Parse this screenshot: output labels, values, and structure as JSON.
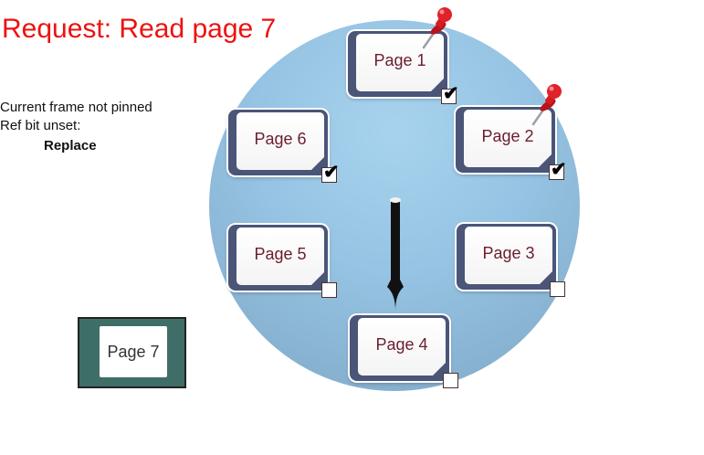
{
  "title": "Request: Read page 7",
  "notes": {
    "line1": "Current frame not pinned",
    "line2": "Ref bit unset:",
    "action": "Replace"
  },
  "frames": [
    {
      "label": "Page 1",
      "ref_bit": true,
      "pinned": true
    },
    {
      "label": "Page 2",
      "ref_bit": true,
      "pinned": true
    },
    {
      "label": "Page 3",
      "ref_bit": false,
      "pinned": false
    },
    {
      "label": "Page 4",
      "ref_bit": false,
      "pinned": false
    },
    {
      "label": "Page 5",
      "ref_bit": false,
      "pinned": false
    },
    {
      "label": "Page 6",
      "ref_bit": true,
      "pinned": false
    }
  ],
  "incoming_page": {
    "label": "Page 7"
  },
  "clock_hand_points_to": "Page 4",
  "colors": {
    "title": "#ee1111",
    "frame_border": "#4a5578",
    "label_text": "#6b1d2d",
    "incoming_box": "#3f6e68",
    "pin": "#dd1a22"
  },
  "icons": {
    "pin": "pushpin-icon",
    "check": "checkmark-icon",
    "hand": "clock-hand-arrow"
  }
}
